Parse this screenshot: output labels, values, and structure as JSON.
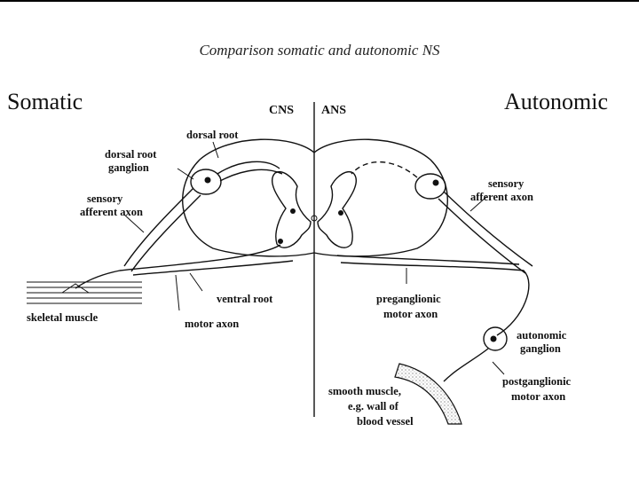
{
  "title": "Comparison somatic and autonomic NS",
  "left_heading": "Somatic",
  "right_heading": "Autonomic",
  "labels": {
    "cns": "CNS",
    "ans": "ANS",
    "dorsal_root": "dorsal root",
    "drg_line1": "dorsal root",
    "drg_line2": "ganglion",
    "sens_left_line1": "sensory",
    "sens_left_line2": "afferent axon",
    "sens_right_line1": "sensory",
    "sens_right_line2": "afferent axon",
    "skeletal_muscle": "skeletal muscle",
    "ventral_root": "ventral root",
    "motor_axon": "motor axon",
    "pregang_line1": "preganglionic",
    "pregang_line2": "motor axon",
    "autogang_line1": "autonomic",
    "autogang_line2": "ganglion",
    "smooth_line1": "smooth muscle,",
    "smooth_line2": "e.g. wall of",
    "smooth_line3": "blood vessel",
    "postgang_line1": "postganglionic",
    "postgang_line2": "motor axon"
  }
}
